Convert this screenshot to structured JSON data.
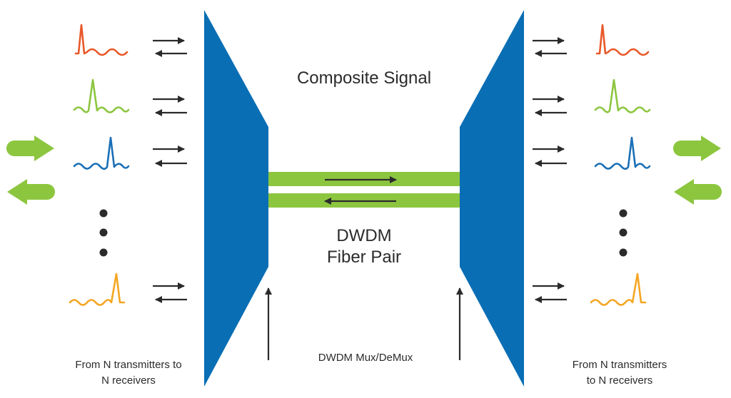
{
  "labels": {
    "composite_signal": "Composite Signal",
    "fiber_pair_line1": "DWDM",
    "fiber_pair_line2": "Fiber Pair",
    "mux_demux": "DWDM Mux/DeMux",
    "left_caption_line1": "From N transmitters to",
    "left_caption_line2": "N receivers",
    "right_caption_line1": "From N transmitters",
    "right_caption_line2": "to N receivers"
  },
  "channels": [
    {
      "name": "channel-1",
      "color": "#e8592a",
      "peak": "first"
    },
    {
      "name": "channel-2",
      "color": "#8cc63f",
      "peak": "second"
    },
    {
      "name": "channel-3",
      "color": "#1a6fb5",
      "peak": "third"
    },
    {
      "name": "channel-n",
      "color": "#f5a623",
      "peak": "last"
    }
  ],
  "colors": {
    "mux_blue": "#0a6eb4",
    "fiber_green": "#8cc63f",
    "arrow_green": "#8cc63f",
    "arrow_dark": "#2b2b2b",
    "text": "#2b2b2b"
  },
  "icons": [
    "right-arrow-icon",
    "left-arrow-icon",
    "ellipsis-dots-icon",
    "wave-signal-icon"
  ]
}
